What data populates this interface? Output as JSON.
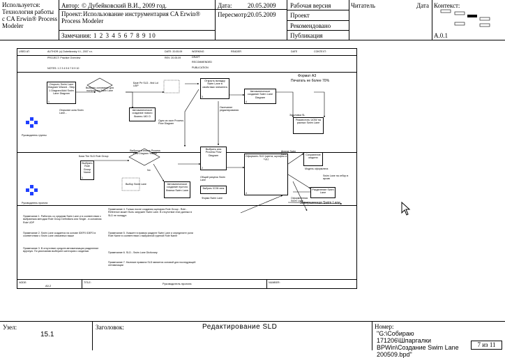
{
  "header": {
    "user_label": "Используется:",
    "user_value": "Технология работы с CA Erwin® Process Modeler",
    "author_label": "Автор:",
    "author_value": "© Дубейковский В.И., 2009 год.",
    "project_label": "Проект:",
    "project_value": "Использование инструментария CA Erwin® Process Modeler",
    "notes_label": "Замечания:",
    "notes_numbers": "1 2 3 4 5 6 7 8 9 10",
    "date_label": "Дата:",
    "date_value": "20.05.2009",
    "review_label": "Пересмотр:",
    "review_value": "20.05.2009",
    "status_items": [
      "Рабочая версия",
      "Проект",
      "Рекомендовано",
      "Публикация"
    ],
    "reader_label": "Читатель",
    "reader_date_label": "Дата",
    "context_label": "Контекст:",
    "context_node": "A.0.1"
  },
  "diagram": {
    "mini_header": {
      "used": "USED AT:",
      "author": "AUTHOR: (c) Dubeikovsky V.I., 2007 г.н.",
      "project": "PROJECT: Practice Overview",
      "notes": "NOTES: 1 2 3 4 5 6 7 8 9 10",
      "date": "DATE: 20.05.09",
      "rev": "REV: 20.05.09",
      "working": "WORKING",
      "draft": "DRAFT",
      "recommended": "RECOMMENDED",
      "publication": "PUBLICATION",
      "reader": "READER",
      "date2": "DATE",
      "context": "CONTEXT:"
    },
    "format_title": "Формат А3",
    "format_sub": "Печатать не более 70%",
    "lane_top_label": "Руководитель группы",
    "lane_bottom_label": "Руководитель проекта",
    "boxes": [
      {
        "text": "Открыть Swim Lane Diagram Wizard - Step 1 Diagram/Add Swim Lane Diagram",
        "num": "1"
      },
      {
        "text": "Автоматическое создание нового бизнес-ЧЮ О",
        "num": ""
      },
      {
        "text": "Открыть вкладку Swim Lane в свойствах элемента",
        "num": "3"
      },
      {
        "text": "Автоматическое создание Swim Lane Diagram",
        "num": "4"
      },
      {
        "text": "Выбрать ICOM линк",
        "num": "1"
      },
      {
        "text": "Разместить UOW на разных Swim Lane",
        "num": ""
      },
      {
        "text": "Выбрать Role Group Name",
        "num": "1"
      },
      {
        "text": "Автоматическое создание пустого бланка Swim Lane",
        "num": ""
      },
      {
        "text": "Выбрать или Process Flow Diagram",
        "num": "2"
      },
      {
        "text": "Оформить SLD (цвета, шрифты и т.д.)",
        "num": "4"
      },
      {
        "text": "Сохранение модели",
        "num": ""
      },
      {
        "text": "Разделение Swim Lane",
        "num": ""
      }
    ],
    "diamonds": [
      "Выбрать основание для построения Swim Lane",
      "Выбрать в списке Process Flow Diagram Yes/No"
    ],
    "edge_labels": [
      "Базе Pe SLD - find Lol UDP",
      "Открытие окна Swim Lane...",
      "Одно из окон Process Flow Diagram",
      "Окончание редактирования",
      "Заголовка SL",
      "Общий рисунок Swim Lane",
      "База The SLD Role Group",
      "Выбор Swim Lane",
      "No",
      "Другие Swim Lane",
      "Оформленная Swim Lane",
      "Swim Lane на отбор в архив",
      "Модель оформлена",
      "Форма Swim Lane"
    ],
    "end_label": "Завершенная Swim Lane",
    "notes_left": [
      "Примечание 1. Работать со средним Swim Lane и в соответствии с выбранным методом Role Group Definitions или Single - в основном Role UDP",
      "Примечание 2. Swim Lane создается на основе IDEF0 IDEF3 в соответствии с Swim Lane описанных выше",
      "Примечание 3. В отсутствие средств автоматизации разделение вручную. По умолчанию выберите категорию с моделью"
    ],
    "notes_right": [
      "Примечание 4. Только после создания сценария Role Group - Role - Reference может быть загружен Swim Lane. В отсутствие этих данных в SLD не попадут.",
      "Примечание 5. Укажите в правом разделе Swim Lane и определите роли Role Name в соответствии с выбранной группой Role Name",
      "Примечание 6. SLD - Swim Lane Dictionary",
      "Примечание 7. Наличие правила SLD является основой для последующей оптимизации"
    ],
    "footer": {
      "node": "NODE:",
      "node_value": "A0.2",
      "title": "TITLE:",
      "title_value": "Руководитель проекта",
      "number": "NUMBER:"
    }
  },
  "footer": {
    "node_label": "Узел:",
    "node_value": "15.1",
    "title_label": "Заголовок:",
    "title_value": "Редактирование SLD",
    "number_label": "Номер:",
    "number_value": "\"G:\\Собираю 171206\\Шпаргалки BPWin\\Создание Swim Lane 200509.bpd\"",
    "page_value": "7 из 11"
  }
}
